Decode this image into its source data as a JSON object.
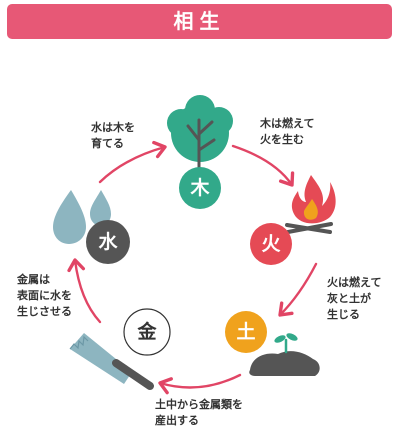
{
  "title": "相生",
  "elements": {
    "wood": "木",
    "fire": "火",
    "earth": "土",
    "metal": "金",
    "water": "水"
  },
  "notes": {
    "wood_to_fire": [
      "木は燃えて",
      "火を生む"
    ],
    "fire_to_earth": [
      "火は燃えて",
      "灰と土が",
      "生じる"
    ],
    "earth_to_metal": [
      "土中から金属類を",
      "産出する"
    ],
    "metal_to_water": [
      "金属は",
      "表面に水を",
      "生じさせる"
    ],
    "water_to_wood": [
      "水は木を",
      "育てる"
    ]
  },
  "colors": {
    "banner": "#e75876",
    "arrow": "#e14565",
    "wood": "#32a98a",
    "fire": "#e54a55",
    "earth": "#f0a21d",
    "metal": "#ffffff",
    "water": "#555555"
  },
  "icons": {
    "wood": "tree-icon",
    "fire": "campfire-icon",
    "earth": "soil-sprout-icon",
    "metal": "saw-icon",
    "water": "water-drops-icon"
  }
}
